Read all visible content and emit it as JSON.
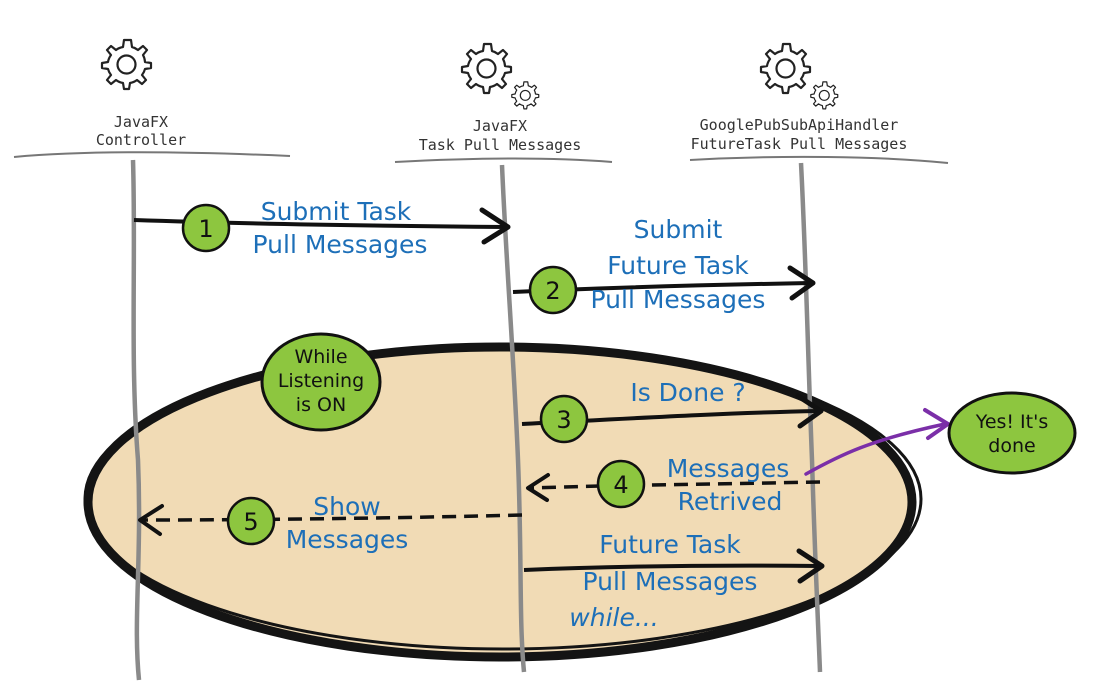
{
  "colors": {
    "ellipse_fill": "#f1dbb5",
    "ellipse_stroke": "#141414",
    "label_blue": "#1d6fb8",
    "badge_green": "#8dc63f",
    "arrow_black": "#111111",
    "lifeline_gray": "#8a8a8a",
    "pointer_purple": "#7b2fa8"
  },
  "actors": {
    "controller": {
      "line1": "JavaFX",
      "line2": "Controller",
      "icon": "single-gear-icon"
    },
    "task": {
      "line1": "JavaFX",
      "line2": "Task Pull Messages",
      "icon": "double-gear-icon"
    },
    "handler": {
      "line1": "GooglePubSubApiHandler",
      "line2": "FutureTask Pull Messages",
      "icon": "double-gear-icon"
    }
  },
  "loop": {
    "line1": "While",
    "line2": "Listening",
    "line3": "is ON"
  },
  "steps": {
    "s1": {
      "num": "1",
      "line1": "Submit Task",
      "line2": "Pull Messages"
    },
    "s2": {
      "num": "2",
      "line1": "Submit",
      "line2": "Future Task",
      "line3": "Pull Messages"
    },
    "s3": {
      "num": "3",
      "line1": "Is Done ?"
    },
    "s4": {
      "num": "4",
      "line1": "Messages",
      "line2": "Retrived"
    },
    "s5": {
      "num": "5",
      "line1": "Show",
      "line2": "Messages"
    },
    "s6": {
      "line1": "Future Task",
      "line2": "Pull Messages",
      "line3": "while..."
    }
  },
  "callout": {
    "line1": "Yes! It's",
    "line2": "done"
  }
}
